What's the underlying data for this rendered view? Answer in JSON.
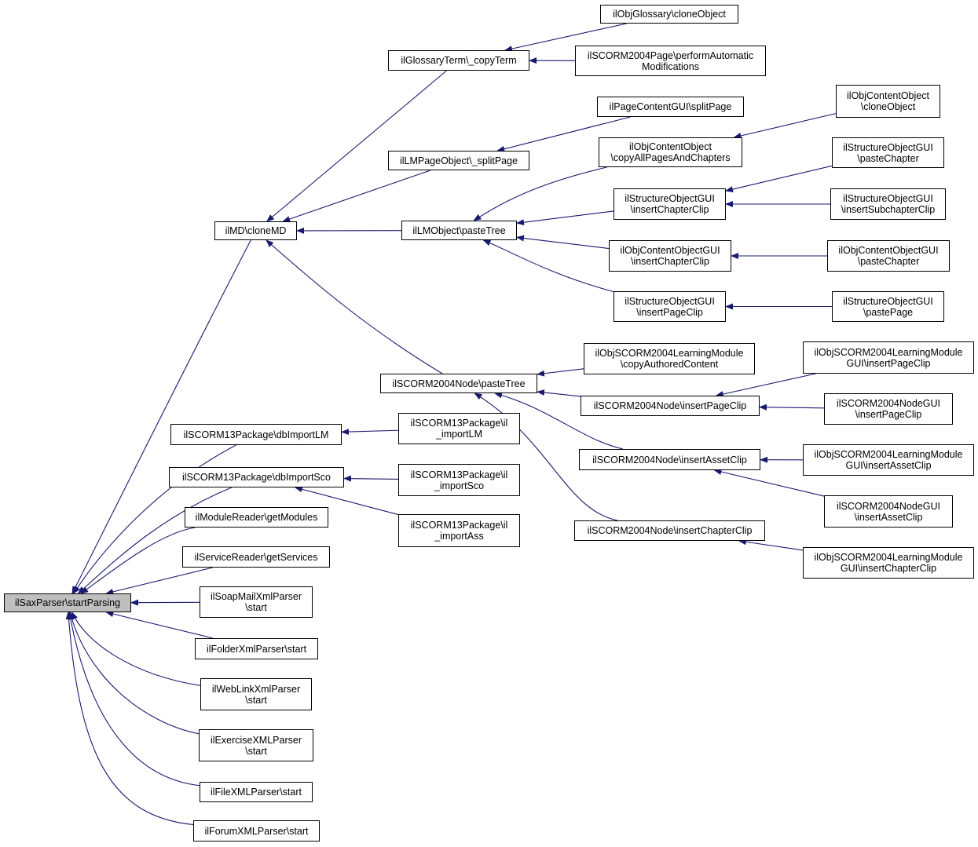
{
  "colors": {
    "edge": "#191970",
    "root_fill": "#bfbfbf",
    "node_fill": "#ffffff",
    "border": "#000000"
  },
  "nodes": [
    {
      "id": "root",
      "label": "ilSaxParser\\startParsing"
    },
    {
      "id": "cloneMD",
      "label": "ilMD\\cloneMD"
    },
    {
      "id": "copyTerm",
      "label": "ilGlossaryTerm\\_copyTerm"
    },
    {
      "id": "glossClone",
      "label": "ilObjGlossary\\cloneObject"
    },
    {
      "id": "scormPage",
      "label": "ilSCORM2004Page\\performAutomatic\nModifications"
    },
    {
      "id": "lmSplit",
      "label": "ilLMPageObject\\_splitPage"
    },
    {
      "id": "pcSplit",
      "label": "ilPageContentGUI\\splitPage"
    },
    {
      "id": "lmPaste",
      "label": "ilLMObject\\pasteTree"
    },
    {
      "id": "cobjCopyAll",
      "label": "ilObjContentObject\n\\copyAllPagesAndChapters"
    },
    {
      "id": "cobjClone",
      "label": "ilObjContentObject\n\\cloneObject"
    },
    {
      "id": "stInsChap",
      "label": "ilStructureObjectGUI\n\\insertChapterClip"
    },
    {
      "id": "stPasteChap",
      "label": "ilStructureObjectGUI\n\\pasteChapter"
    },
    {
      "id": "stInsSub",
      "label": "ilStructureObjectGUI\n\\insertSubchapterClip"
    },
    {
      "id": "cobjGuiInsChap",
      "label": "ilObjContentObjectGUI\n\\insertChapterClip"
    },
    {
      "id": "cobjGuiPasteChap",
      "label": "ilObjContentObjectGUI\n\\pasteChapter"
    },
    {
      "id": "stInsPage",
      "label": "ilStructureObjectGUI\n\\insertPageClip"
    },
    {
      "id": "stPastePage",
      "label": "ilStructureObjectGUI\n\\pastePage"
    },
    {
      "id": "scPaste",
      "label": "ilSCORM2004Node\\pasteTree"
    },
    {
      "id": "scLmCopy",
      "label": "ilObjSCORM2004LearningModule\n\\copyAuthoredContent"
    },
    {
      "id": "scInsPage",
      "label": "ilSCORM2004Node\\insertPageClip"
    },
    {
      "id": "scLmGuiInsPage",
      "label": "ilObjSCORM2004LearningModule\nGUI\\insertPageClip"
    },
    {
      "id": "scNodeGuiInsPage",
      "label": "ilSCORM2004NodeGUI\n\\insertPageClip"
    },
    {
      "id": "scInsAsset",
      "label": "ilSCORM2004Node\\insertAssetClip"
    },
    {
      "id": "scLmGuiInsAsset",
      "label": "ilObjSCORM2004LearningModule\nGUI\\insertAssetClip"
    },
    {
      "id": "scNodeGuiInsAsset",
      "label": "ilSCORM2004NodeGUI\n\\insertAssetClip"
    },
    {
      "id": "scInsChap",
      "label": "ilSCORM2004Node\\insertChapterClip"
    },
    {
      "id": "scLmGuiInsChap",
      "label": "ilObjSCORM2004LearningModule\nGUI\\insertChapterClip"
    },
    {
      "id": "s13dbLM",
      "label": "ilSCORM13Package\\dbImportLM"
    },
    {
      "id": "s13impLM",
      "label": "ilSCORM13Package\\il\n_importLM"
    },
    {
      "id": "s13dbSco",
      "label": "ilSCORM13Package\\dbImportSco"
    },
    {
      "id": "s13impSco",
      "label": "ilSCORM13Package\\il\n_importSco"
    },
    {
      "id": "s13impAss",
      "label": "ilSCORM13Package\\il\n_importAss"
    },
    {
      "id": "modReader",
      "label": "ilModuleReader\\getModules"
    },
    {
      "id": "svcReader",
      "label": "ilServiceReader\\getServices"
    },
    {
      "id": "soapMail",
      "label": "ilSoapMailXmlParser\n\\start"
    },
    {
      "id": "folderXml",
      "label": "ilFolderXmlParser\\start"
    },
    {
      "id": "webLink",
      "label": "ilWebLinkXmlParser\n\\start"
    },
    {
      "id": "exercise",
      "label": "ilExerciseXMLParser\n\\start"
    },
    {
      "id": "fileXml",
      "label": "ilFileXMLParser\\start"
    },
    {
      "id": "forumXml",
      "label": "ilForumXMLParser\\start"
    }
  ],
  "edges": [
    [
      "cloneMD",
      "root"
    ],
    [
      "s13dbLM",
      "root"
    ],
    [
      "s13dbSco",
      "root"
    ],
    [
      "modReader",
      "root"
    ],
    [
      "svcReader",
      "root"
    ],
    [
      "soapMail",
      "root"
    ],
    [
      "folderXml",
      "root"
    ],
    [
      "webLink",
      "root"
    ],
    [
      "exercise",
      "root"
    ],
    [
      "fileXml",
      "root"
    ],
    [
      "forumXml",
      "root"
    ],
    [
      "copyTerm",
      "cloneMD"
    ],
    [
      "lmSplit",
      "cloneMD"
    ],
    [
      "lmPaste",
      "cloneMD"
    ],
    [
      "scPaste",
      "cloneMD"
    ],
    [
      "glossClone",
      "copyTerm"
    ],
    [
      "scormPage",
      "copyTerm"
    ],
    [
      "pcSplit",
      "lmSplit"
    ],
    [
      "cobjCopyAll",
      "lmPaste"
    ],
    [
      "stInsChap",
      "lmPaste"
    ],
    [
      "cobjGuiInsChap",
      "lmPaste"
    ],
    [
      "stInsPage",
      "lmPaste"
    ],
    [
      "cobjClone",
      "cobjCopyAll"
    ],
    [
      "stPasteChap",
      "stInsChap"
    ],
    [
      "stInsSub",
      "stInsChap"
    ],
    [
      "cobjGuiPasteChap",
      "cobjGuiInsChap"
    ],
    [
      "stPastePage",
      "stInsPage"
    ],
    [
      "scLmCopy",
      "scPaste"
    ],
    [
      "scInsPage",
      "scPaste"
    ],
    [
      "scInsAsset",
      "scPaste"
    ],
    [
      "scInsChap",
      "scPaste"
    ],
    [
      "scLmGuiInsPage",
      "scInsPage"
    ],
    [
      "scNodeGuiInsPage",
      "scInsPage"
    ],
    [
      "scLmGuiInsAsset",
      "scInsAsset"
    ],
    [
      "scNodeGuiInsAsset",
      "scInsAsset"
    ],
    [
      "scLmGuiInsChap",
      "scInsChap"
    ],
    [
      "s13impLM",
      "s13dbLM"
    ],
    [
      "s13impSco",
      "s13dbSco"
    ],
    [
      "s13impAss",
      "s13dbSco"
    ]
  ]
}
